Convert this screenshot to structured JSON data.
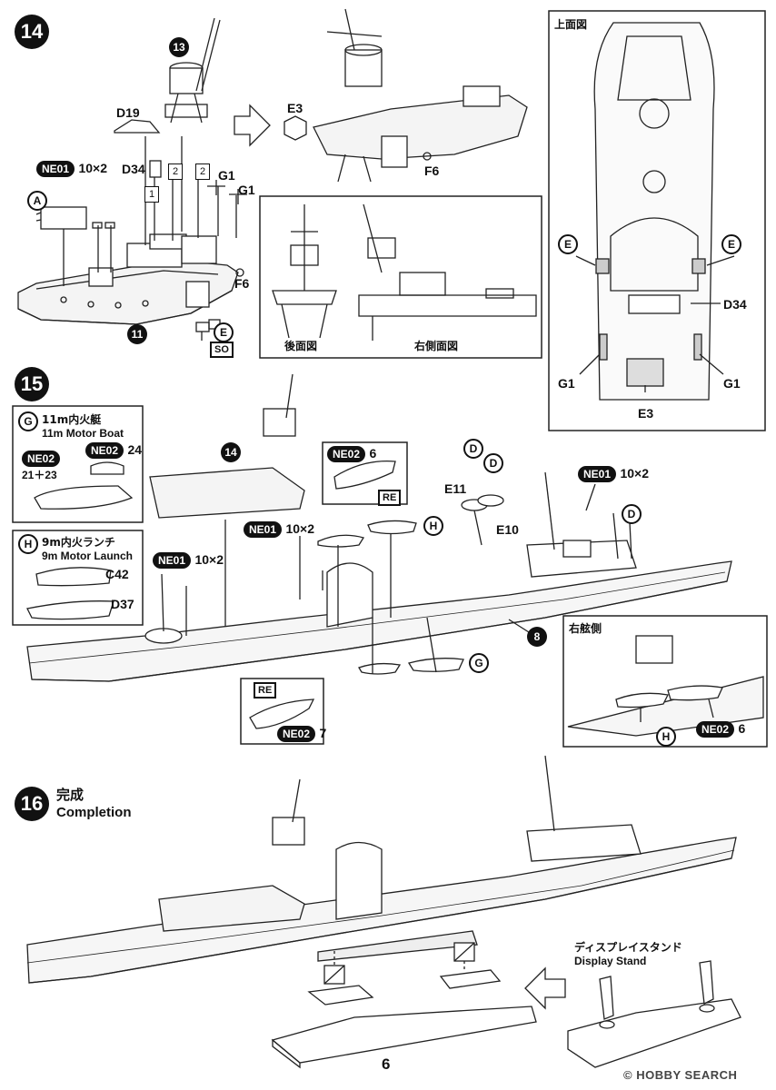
{
  "page_number": "6",
  "watermark": "© HOBBY SEARCH",
  "steps": {
    "s14": {
      "number": "14",
      "sub_step": "13",
      "ref_11": "11",
      "parts": {
        "D19": "D19",
        "D34": "D34",
        "G1a": "G1",
        "G1b": "G1",
        "F6": "F6",
        "E3": "E3",
        "F6b": "F6",
        "A": "A",
        "E": "E",
        "SO": "SO",
        "NE01": "NE01",
        "qty": "10×2",
        "n1": "1",
        "n2a": "2",
        "n2b": "2"
      },
      "rear_view": "後面図",
      "side_view": "右側面図",
      "top_view": {
        "title": "上面図",
        "E_left": "E",
        "E_right": "E",
        "D34": "D34",
        "G1_left": "G1",
        "G1_right": "G1",
        "E3": "E3"
      }
    },
    "s15": {
      "number": "15",
      "ref_14": "14",
      "ref_8": "8",
      "boat_G": {
        "letter": "G",
        "jp": "11m内火艇",
        "en": "11m Motor Boat",
        "ne02a": "NE02",
        "qa": "24",
        "ne02b": "NE02",
        "qb": "21＋23"
      },
      "boat_H": {
        "letter": "H",
        "jp": "9m内火ランチ",
        "en": "9m Motor Launch",
        "c42": "C42",
        "d37": "D37"
      },
      "callouts": {
        "ne01_a": "NE01",
        "qty_a": "10×2",
        "ne01_b": "NE01",
        "qty_b": "10×2",
        "ne01_c": "NE01",
        "qty_c": "10×2",
        "ne02_top": "NE02",
        "ne02_top_q": "6",
        "re_top": "RE",
        "ne02_bot": "NE02",
        "ne02_bot_q": "7",
        "re_bot": "RE",
        "D1": "D",
        "D2": "D",
        "D3": "D",
        "E11": "E11",
        "E10": "E10",
        "H": "H",
        "G": "G"
      },
      "starboard": {
        "title": "右舷側",
        "H": "H",
        "ne02": "NE02",
        "q": "6"
      }
    },
    "s16": {
      "number": "16",
      "jp": "完成",
      "en": "Completion",
      "stand": {
        "jp": "ディスプレイスタンド",
        "en": "Display Stand"
      }
    }
  }
}
